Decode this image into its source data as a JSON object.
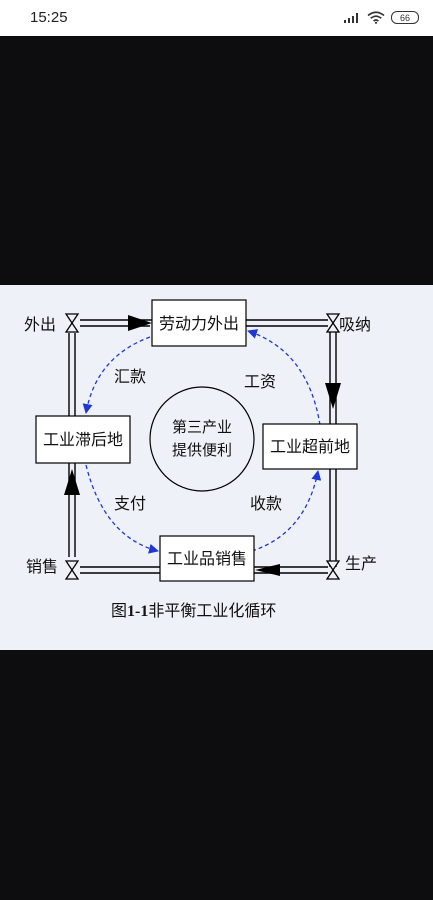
{
  "status_bar": {
    "time": "15:25",
    "battery": "66"
  },
  "diagram": {
    "nodes": {
      "top": "劳动力外出",
      "left": "工业滞后地",
      "right": "工业超前地",
      "bottom": "工业品销售",
      "center_line1": "第三产业",
      "center_line2": "提供便利"
    },
    "flow_labels": {
      "top_left": "外出",
      "top_right": "吸纳",
      "bottom_right": "生产",
      "bottom_left": "销售"
    },
    "money_labels": {
      "remit": "汇款",
      "wage": "工资",
      "pay": "支付",
      "receive": "收款"
    },
    "caption": {
      "prefix": "图",
      "number": "1-1",
      "text": "非平衡工业化循环"
    }
  }
}
